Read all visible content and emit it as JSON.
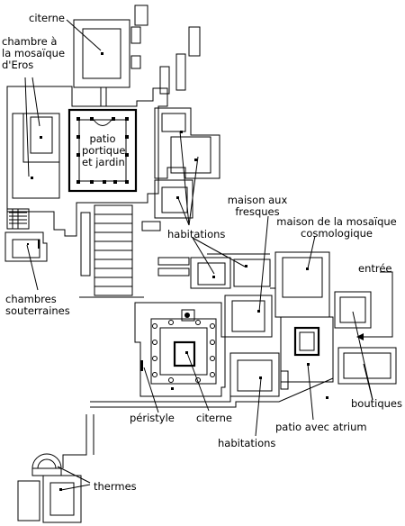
{
  "labels": {
    "citerne_top": "citerne",
    "chambre_eros": "chambre à\nla mosaïque\nd'Eros",
    "patio_jardin": "patio\nportique\net jardin",
    "maison_fresques": "maison aux\nfresques",
    "maison_cosmo": "maison de la mosaïque\ncosmologique",
    "habitations_top": "habitations",
    "entree": "entrée",
    "chambres_souterraines": "chambres\nsouterraines",
    "boutiques": "boutiques",
    "peristyle": "péristyle",
    "citerne_bottom": "citerne",
    "habitations_bottom": "habitations",
    "patio_atrium": "patio avec atrium",
    "thermes": "thermes"
  }
}
